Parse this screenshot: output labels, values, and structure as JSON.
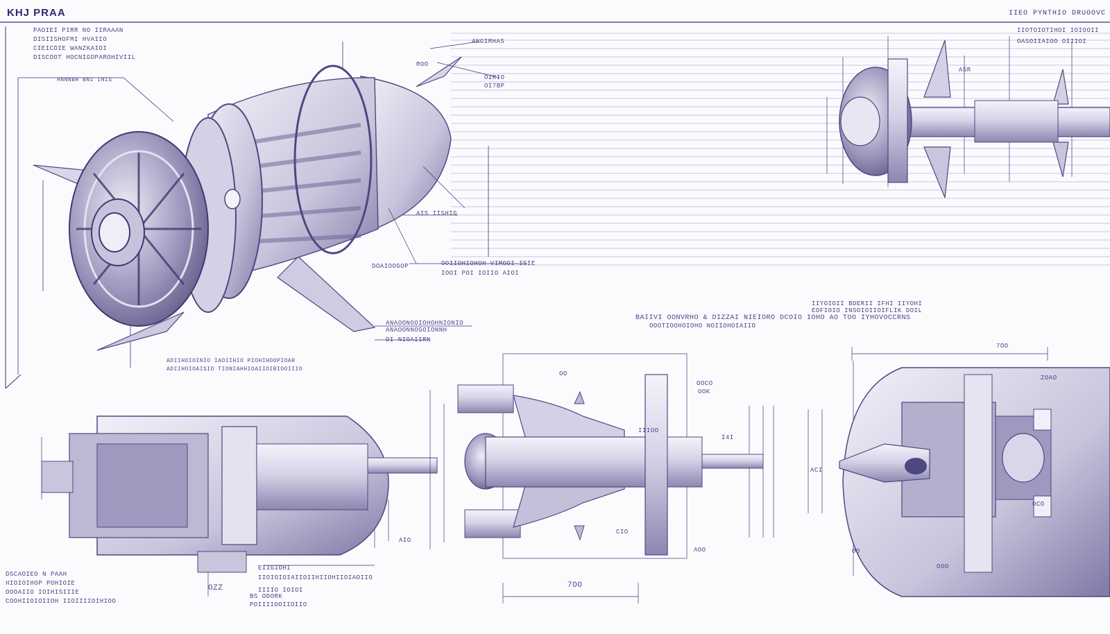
{
  "sheet": {
    "title": "KHJ PRAA",
    "title_right": "IIEO PYNTHIO DRUOOVC"
  },
  "notes": {
    "top_left": [
      "PAOIEI PIRR NO IIRAAAN",
      "DISIISHOFMI HVAIIO",
      "CIEICDIE WANZKAIOI",
      "DISCOOT HOCNIGOPAROHIVIIL"
    ],
    "leader_top_left": "HNNNBR BNI INIS",
    "upper_callout_a": "ANGIRHAS",
    "upper_callout_b": "OIRIO",
    "upper_callout_c": "OI7BP",
    "mid_callout_a": "AIS IISHIG",
    "mid_callout_b": "DOAIOOGOP",
    "mid_callout_c": "OOIIOHIOHOH VIMOOI ISIE",
    "mid_callout_d": "IOOI POI IOIIO AIOI",
    "lower_callout_a": "ANAOONOOIOHOHNIONIO",
    "lower_callout_b": "ANAOONNOGOIONNH",
    "lower_callout_c": "OI NIOAIIRN",
    "lower_left_a": "ADIIHOIOINIO IAOIIHIO PIOHIHOOPIOAR",
    "lower_left_b": "ADIIHOIOAISIO TIONIAHHIOAIIOIBIOOIIIO",
    "center_head_a": "IIYOIOII BDERII IFHI IIYOHI",
    "center_head_b": "EOFIOIO INSOIOIIOIFLIK DOIL",
    "center_main": "BAIIVI OONVRHO & DIZZAI NIEIORO DCOIO IOHO AO TOO IYHOVOCCRNS",
    "center_sub": "OOOTIOOHOIOHO NOIIOHOIAIIO",
    "right_top_a": "IIOTOIOTIHOI IOIOOII",
    "right_top_b": "OASOIIAIOO OIIIOI",
    "bottom_left": [
      "DSCAOIEO N PAAH",
      "HIOIOIHOP POHIOIE",
      "OOOAIIO IOIHISIIIE",
      "COOHIIOIOIIOH IIOIIIIOIHIOO"
    ],
    "bottom_mid_a": "EIIGIOHI",
    "bottom_mid_b": "IIOIOIOIAIIOIIHIIOHIIOIAOIIO",
    "bottom_mid_c": "IIIIO IOIOI",
    "bottom_mid_d": "BS ODORK",
    "bottom_mid_e": "POIIIIOOIIOIIO"
  },
  "dimensions": {
    "d1": "OOCO",
    "d2": "OOK",
    "d3": "I4I",
    "d4": "7OO",
    "d5": "OO",
    "d6": "CIO",
    "d7": "AIO",
    "d8": "7OO",
    "d9": "ZOAO",
    "d10": "ACI",
    "d11": "OCO",
    "d12": "OOO",
    "d13": "OO",
    "d14": "AOO",
    "d15": "IIIOO",
    "d16": "ROO",
    "d17": "ASR",
    "d18": "OZZ"
  },
  "colors": {
    "ink": "#3a3478",
    "metal_light": "#eeecf6",
    "metal_mid": "#c9c5dd",
    "metal_dark": "#7d78a4",
    "paper": "#fbfbfe"
  }
}
